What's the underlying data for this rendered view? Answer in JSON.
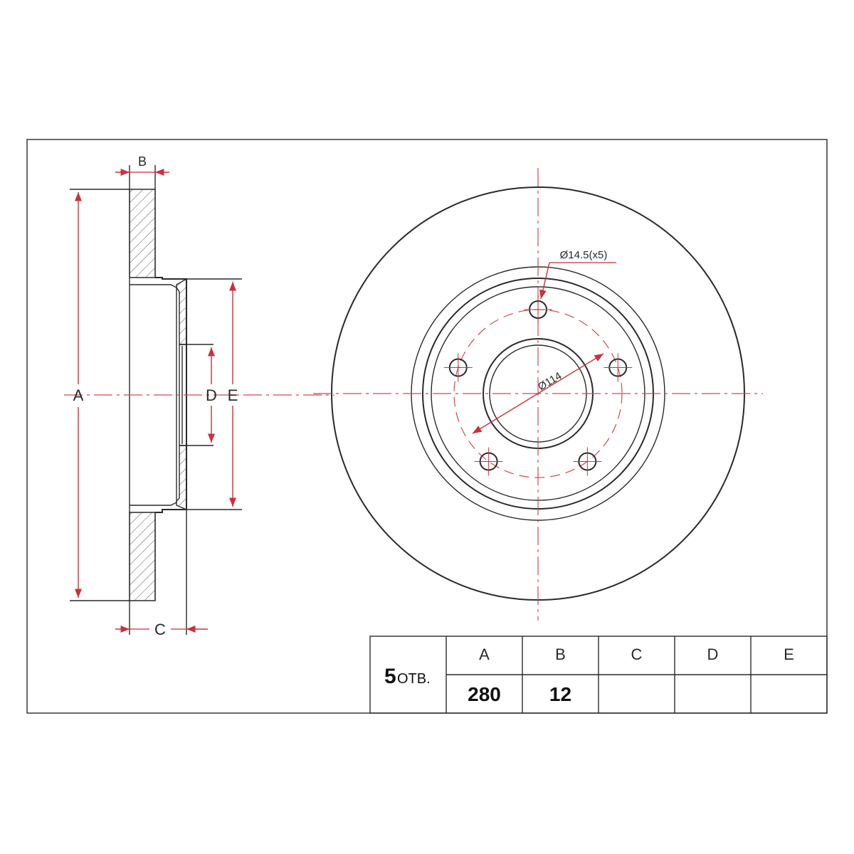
{
  "dimension_labels": {
    "a": "A",
    "b": "B",
    "c": "C",
    "d": "D",
    "e": "E"
  },
  "front_view": {
    "bolt_hole_label": "Ø14.5(x5)",
    "pcd_label": "Ø114"
  },
  "spec_table": {
    "holes_count": "5",
    "holes_unit": "ОТВ.",
    "headers": [
      "A",
      "B",
      "C",
      "D",
      "E"
    ],
    "values": [
      "280",
      "12",
      "",
      "",
      ""
    ]
  },
  "colors": {
    "line": "#2a2a2a",
    "dimension": "#c8323c"
  }
}
